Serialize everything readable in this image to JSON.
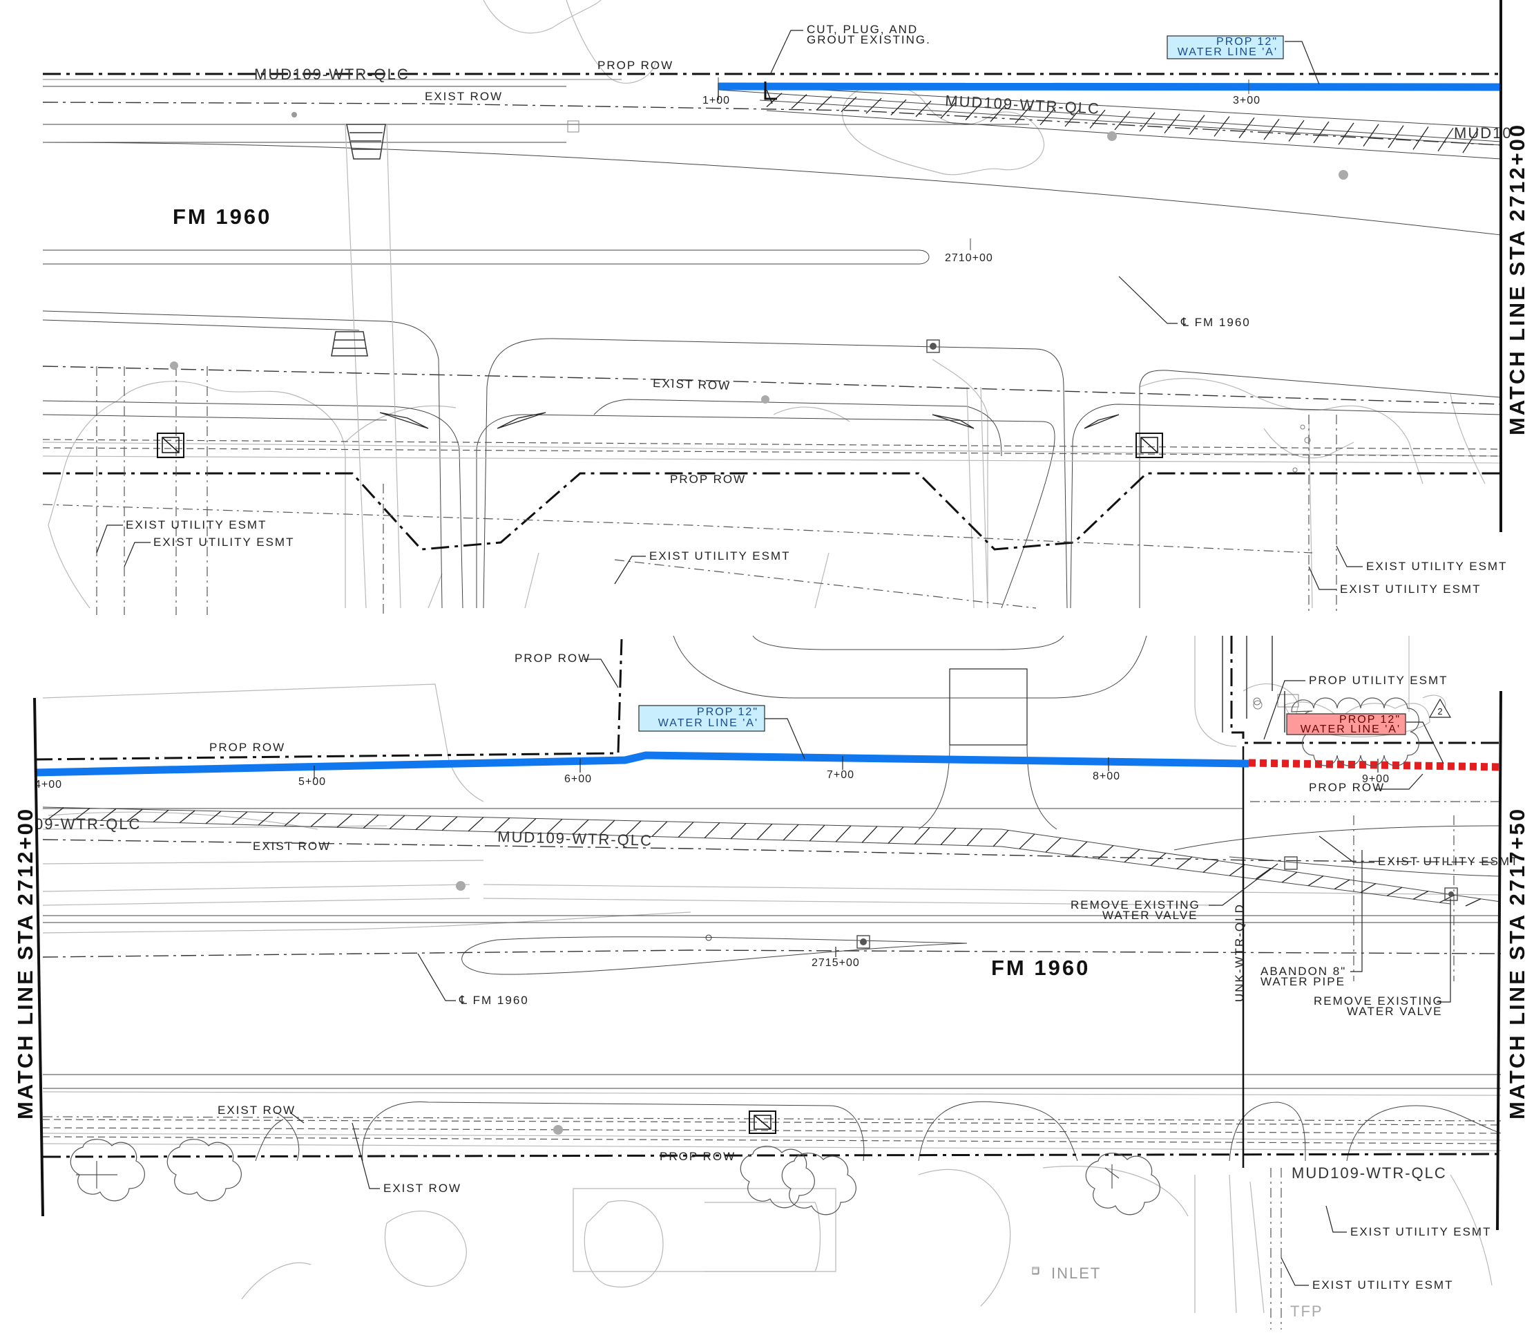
{
  "sheet": {
    "colors": {
      "proposed_line": "#1177ee",
      "revision_line": "#e41e1e",
      "callout_blue_fill": "#c9efff",
      "callout_red_fill": "#ff9a9a"
    },
    "top": {
      "road_name": "FM 1960",
      "match_line": "MATCH LINE STA 2712+00",
      "stations": [
        "1+00",
        "3+00"
      ],
      "centerline_station": "2710+00",
      "centerline_label": "℄ FM 1960",
      "callout_line1": "PROP 12\"",
      "callout_line2": "WATER LINE 'A'",
      "cut_note_line1": "CUT, PLUG, AND",
      "cut_note_line2": "GROUT EXISTING.",
      "prop_row": "PROP ROW",
      "exist_row": "EXIST ROW",
      "exist_utility_esmt": "EXIST UTILITY ESMT",
      "mud_label": "MUD109-WTR-QLC",
      "mud_label_partial": "MUD10"
    },
    "bottom": {
      "road_name": "FM 1960",
      "match_line_left": "MATCH LINE STA 2712+00",
      "match_line_right": "MATCH LINE STA 2717+50",
      "stations": [
        "4+00",
        "5+00",
        "6+00",
        "7+00",
        "8+00",
        "9+00"
      ],
      "centerline_station": "2715+00",
      "centerline_label": "℄ FM 1960",
      "callout_blue_line1": "PROP 12\"",
      "callout_blue_line2": "WATER LINE 'A'",
      "callout_red_line1": "PROP 12\"",
      "callout_red_line2": "WATER LINE 'A'",
      "revision_number": "2",
      "prop_row": "PROP ROW",
      "exist_row": "EXIST ROW",
      "prop_utility_esmt": "PROP UTILITY ESMT",
      "exist_utility_esmt": "EXIST UTILITY ESMT",
      "mud_label": "MUD109-WTR-QLC",
      "mud_label_partial": "09-WTR-QLC",
      "unk_label": "UNK-WTR-QLD",
      "remove_valve_line1": "REMOVE EXISTING",
      "remove_valve_line2": "WATER VALVE",
      "abandon_line1": "ABANDON 8\"",
      "abandon_line2": "WATER PIPE",
      "inlet": "INLET",
      "tfp": "TFP"
    }
  }
}
